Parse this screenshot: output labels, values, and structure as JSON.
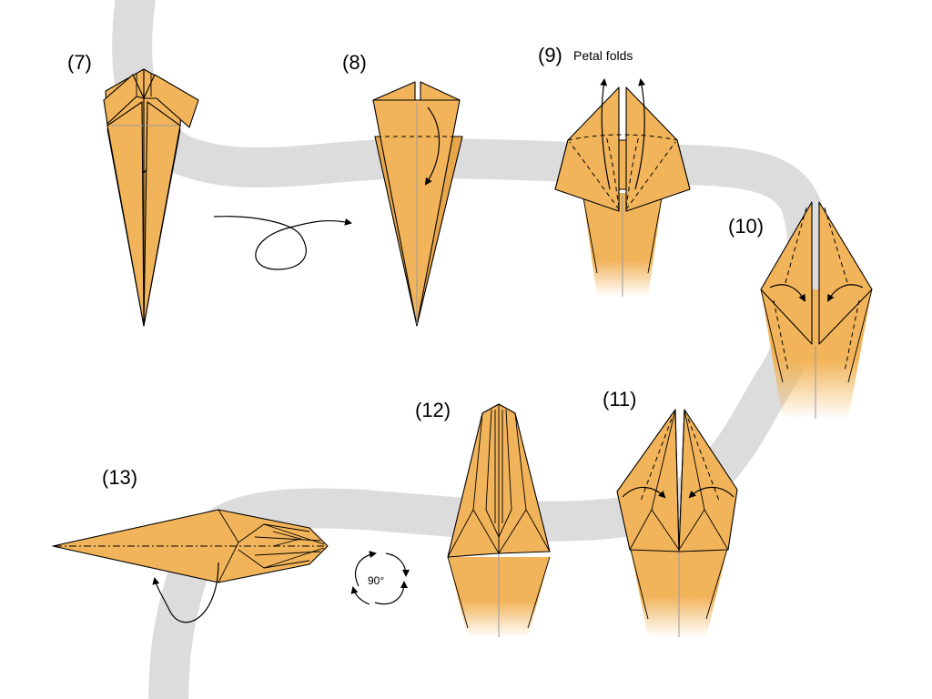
{
  "steps": [
    {
      "id": "7",
      "label": "(7)"
    },
    {
      "id": "8",
      "label": "(8)"
    },
    {
      "id": "9",
      "label": "(9)",
      "note": "Petal folds"
    },
    {
      "id": "10",
      "label": "(10)"
    },
    {
      "id": "11",
      "label": "(11)"
    },
    {
      "id": "12",
      "label": "(12)"
    },
    {
      "id": "13",
      "label": "(13)"
    }
  ],
  "rotation": {
    "label": "90°"
  },
  "colors": {
    "paper": "#F2B45A",
    "path": "#DCDCDC",
    "line": "#000000"
  }
}
